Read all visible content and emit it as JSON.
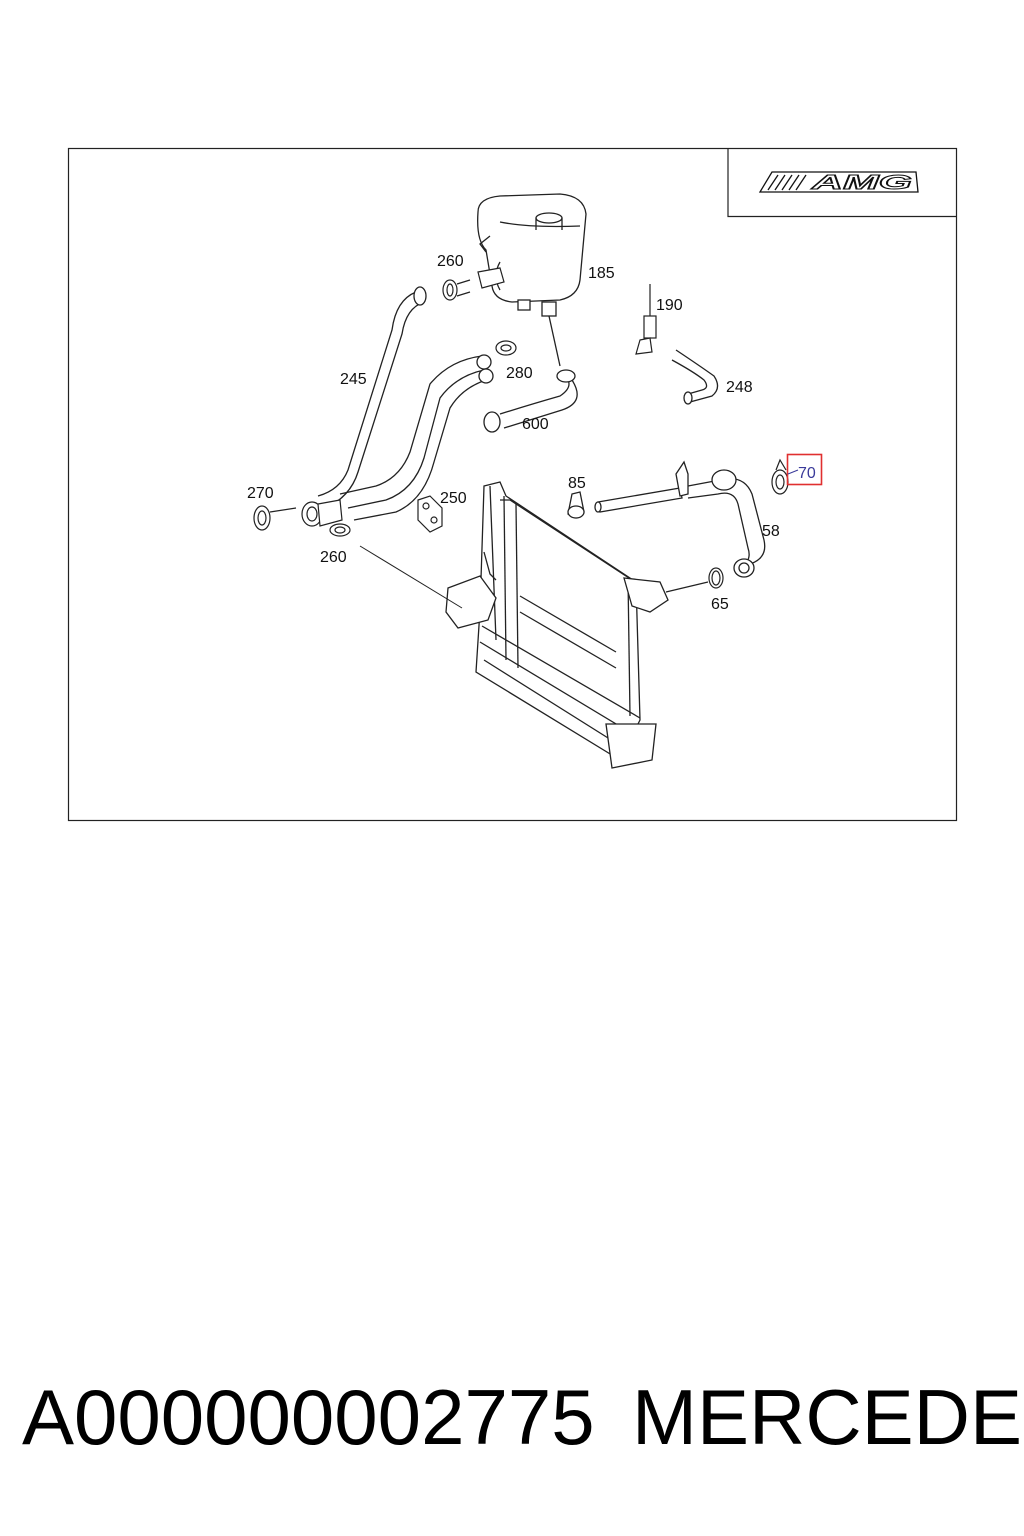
{
  "logo": {
    "text": "AMG"
  },
  "callouts": {
    "c185": "185",
    "c190": "190",
    "c245": "245",
    "c248": "248",
    "c250": "250",
    "c260a": "260",
    "c260b": "260",
    "c270": "270",
    "c280": "280",
    "c600": "600",
    "c85": "85",
    "c58": "58",
    "c65": "65",
    "c70": "70"
  },
  "highlight": {
    "part": "70",
    "color": "#e03030"
  },
  "footer": {
    "part_number": "A000000002775",
    "brand": "MERCEDES"
  }
}
